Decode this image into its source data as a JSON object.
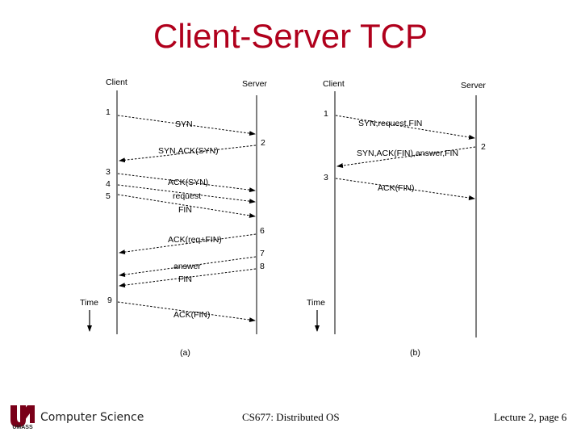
{
  "title": "Client-Server TCP",
  "diagram_a": {
    "client_label": "Client",
    "server_label": "Server",
    "time_label": "Time",
    "caption": "(a)",
    "step_numbers": [
      "1",
      "2",
      "3",
      "4",
      "5",
      "6",
      "7",
      "8",
      "9"
    ],
    "messages": [
      "SYN",
      "SYN,ACK(SYN)",
      "ACK(SYN)",
      "request",
      "FIN",
      "ACK(req+FIN)",
      "answer",
      "FIN",
      "ACK(FIN)"
    ]
  },
  "diagram_b": {
    "client_label": "Client",
    "server_label": "Server",
    "time_label": "Time",
    "caption": "(b)",
    "step_numbers": [
      "1",
      "2",
      "3"
    ],
    "messages": [
      "SYN,request,FIN",
      "SYN,ACK(FIN),answer,FIN",
      "ACK(FIN)"
    ]
  },
  "footer": {
    "department": "Computer Science",
    "course": "CS677: Distributed OS",
    "page": "Lecture 2, page 6",
    "logo_text": "UMASS"
  },
  "colors": {
    "title": "#b0001c",
    "line": "#000000",
    "logo": "#7a0019"
  }
}
